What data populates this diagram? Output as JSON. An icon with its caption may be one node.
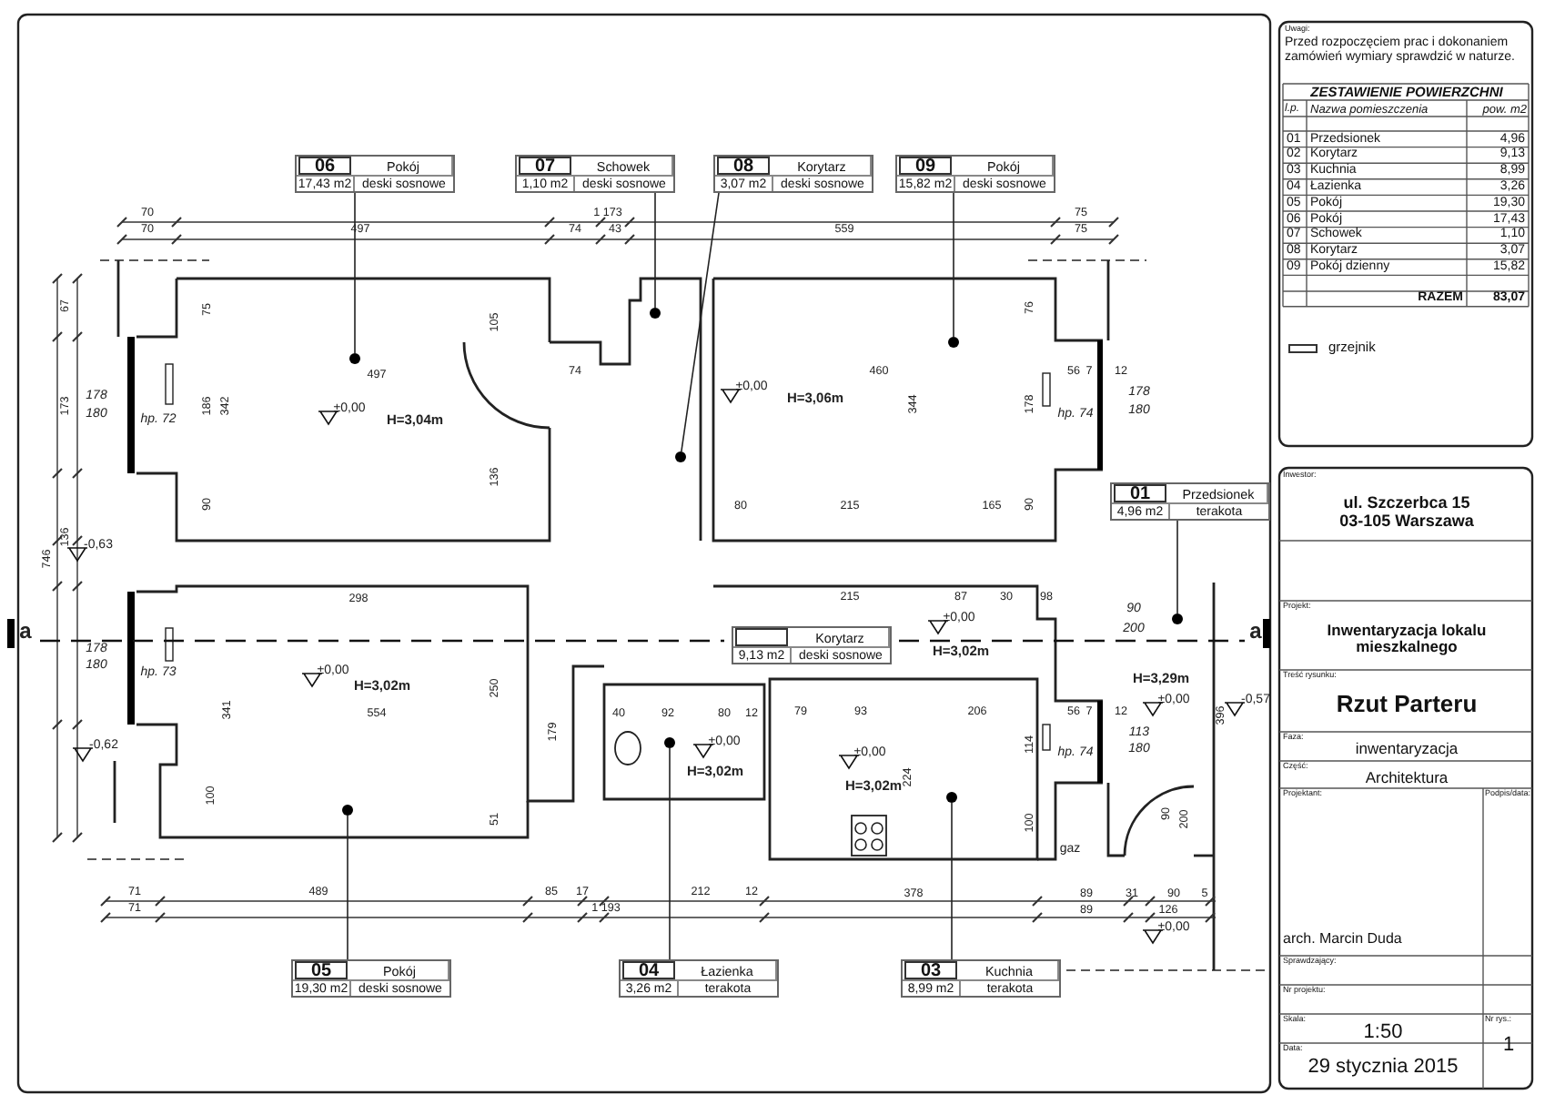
{
  "diagram": {
    "nodes": [
      {
        "text": [
          "06",
          "Pokój",
          "17,43 m2",
          "deski sosnowe"
        ]
      },
      {
        "text": [
          "07",
          "Schowek",
          "1,10 m2",
          "deski sosnowe"
        ]
      },
      {
        "text": [
          "08",
          "Korytarz",
          "3,07 m2",
          "deski sosnowe"
        ]
      },
      {
        "text": [
          "09",
          "Pokój",
          "15,82 m2",
          "deski sosnowe"
        ]
      },
      {
        "text": [
          "01",
          "Przedsionek",
          "4,96 m2",
          "terakota"
        ]
      },
      {
        "text": [
          "Korytarz",
          "9,13 m2",
          "deski sosnowe"
        ]
      },
      {
        "text": [
          "05",
          "Pokój",
          "19,30 m2",
          "deski sosnowe"
        ]
      },
      {
        "text": [
          "04",
          "Łazienka",
          "3,26 m2",
          "terakota"
        ]
      },
      {
        "text": [
          "03",
          "Kuchnia",
          "8,99 m2",
          "terakota"
        ]
      },
      {
        "text": [],
        "shape": "circle"
      },
      {
        "text": [],
        "shape": "circle"
      },
      {
        "text": [],
        "shape": "circle"
      },
      {
        "text": [],
        "shape": "circle"
      },
      {
        "text": [],
        "shape": "circle"
      },
      {
        "text": [],
        "shape": "circle"
      },
      {
        "text": [],
        "shape": "circle"
      },
      {
        "text": [],
        "shape": "circle"
      }
    ],
    "edges": [
      {
        "from": 0,
        "to": 9,
        "arrow": "none"
      },
      {
        "from": 1,
        "to": 10,
        "arrow": "none"
      },
      {
        "from": 2,
        "to": 11,
        "arrow": "none"
      },
      {
        "from": 3,
        "to": 12,
        "arrow": "none"
      },
      {
        "from": 4,
        "to": 13,
        "arrow": "none"
      },
      {
        "from": 6,
        "to": 14,
        "arrow": "none"
      },
      {
        "from": 7,
        "to": 15,
        "arrow": "none"
      },
      {
        "from": 8,
        "to": 16,
        "arrow": "none"
      }
    ],
    "labels": [
      "Uwagi:",
      "Przed rozpoczęciem prac i dokonaniem zamówień wymiary sprawdzić w naturze.",
      "ZESTAWIENIE POWIERZCHNI",
      "l.p.",
      "Nazwa pomieszczenia",
      "pow. m2",
      "01",
      "Przedsionek",
      "4,96",
      "02",
      "Korytarz",
      "9,13",
      "03",
      "Kuchnia",
      "8,99",
      "04",
      "Łazienka",
      "3,26",
      "05",
      "Pokój",
      "19,30",
      "06",
      "Pokój",
      "17,43",
      "07",
      "Schowek",
      "1,10",
      "08",
      "Korytarz",
      "3,07",
      "09",
      "Pokój dzienny",
      "15,82",
      "RAZEM",
      "83,07",
      "Inwestor:",
      "ul. Szczerbca 15 03-105 Warszawa",
      "Projekt:",
      "Inwentaryzacja lokalu mieszkalnego",
      "Treść rysunku:",
      "Rzut Parteru",
      "Faza:",
      "inwentaryzacja",
      "Część:",
      "Architektura",
      "Projektant:",
      "Podpis/data:",
      "arch. Marcin Duda",
      "Sprawdzający:",
      "Nr projektu:",
      "Skala:",
      "1:50",
      "Nr rys.:",
      "1",
      "Data:",
      "29 stycznia 2015",
      "70",
      "70",
      "1 173",
      "497",
      "74",
      "43",
      "559",
      "75",
      "75",
      "746",
      "67",
      "173",
      "136",
      "497",
      "74",
      "178",
      "180",
      "hp. 72",
      "±0,00",
      "H=3,04m",
      "-0,63",
      "75",
      "186",
      "342",
      "90",
      "105",
      "136",
      "±0,00",
      "H=3,06m",
      "460",
      "344",
      "76",
      "178",
      "90",
      "56",
      "7",
      "12",
      "178",
      "hp. 74",
      "180",
      "80",
      "215",
      "165",
      "298",
      "554",
      "±0,00",
      "H=3,02m",
      "178",
      "180",
      "hp. 73",
      "-0,62",
      "250",
      "341",
      "179",
      "100",
      "51",
      "40",
      "92",
      "80",
      "12",
      "±0,00",
      "H=3,02m",
      "215",
      "87",
      "30",
      "98",
      "±0,00",
      "H=3,02m",
      "90",
      "200",
      "H=3,29m",
      "±0,00",
      "-0,57",
      "396",
      "79",
      "93",
      "206",
      "56",
      "7",
      "12",
      "±0,00",
      "H=3,02m",
      "224",
      "113",
      "hp. 74",
      "180",
      "114",
      "100",
      "90",
      "200",
      "gaz",
      "71",
      "71",
      "489",
      "85",
      "17",
      "1 193",
      "212",
      "12",
      "378",
      "89",
      "31",
      "90",
      "5",
      "89",
      "126",
      "±0,00",
      "a",
      "a"
    ],
    "legend": [
      {
        "text": "grzejnik"
      }
    ]
  }
}
